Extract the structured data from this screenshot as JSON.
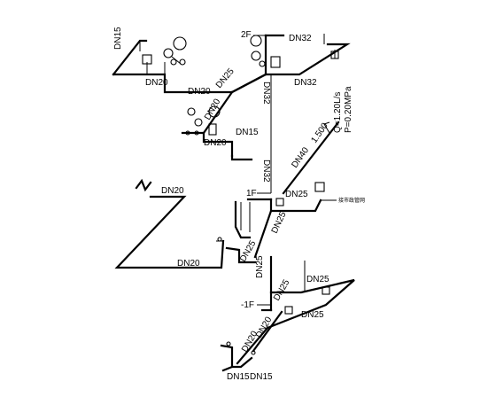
{
  "labels": {
    "dn15": "DN15",
    "dn20": "DN20",
    "dn25": "DN25",
    "dn32": "DN32",
    "dn40": "DN40",
    "floor_2f": "2F",
    "floor_1f": "1F",
    "floor_b1": "-1F",
    "height": "1.500",
    "flow": "Q=1.20L/s",
    "pressure": "P=0.20MPa",
    "note": "接市政管网"
  },
  "colors": {
    "line": "#000000",
    "background": "#ffffff"
  }
}
